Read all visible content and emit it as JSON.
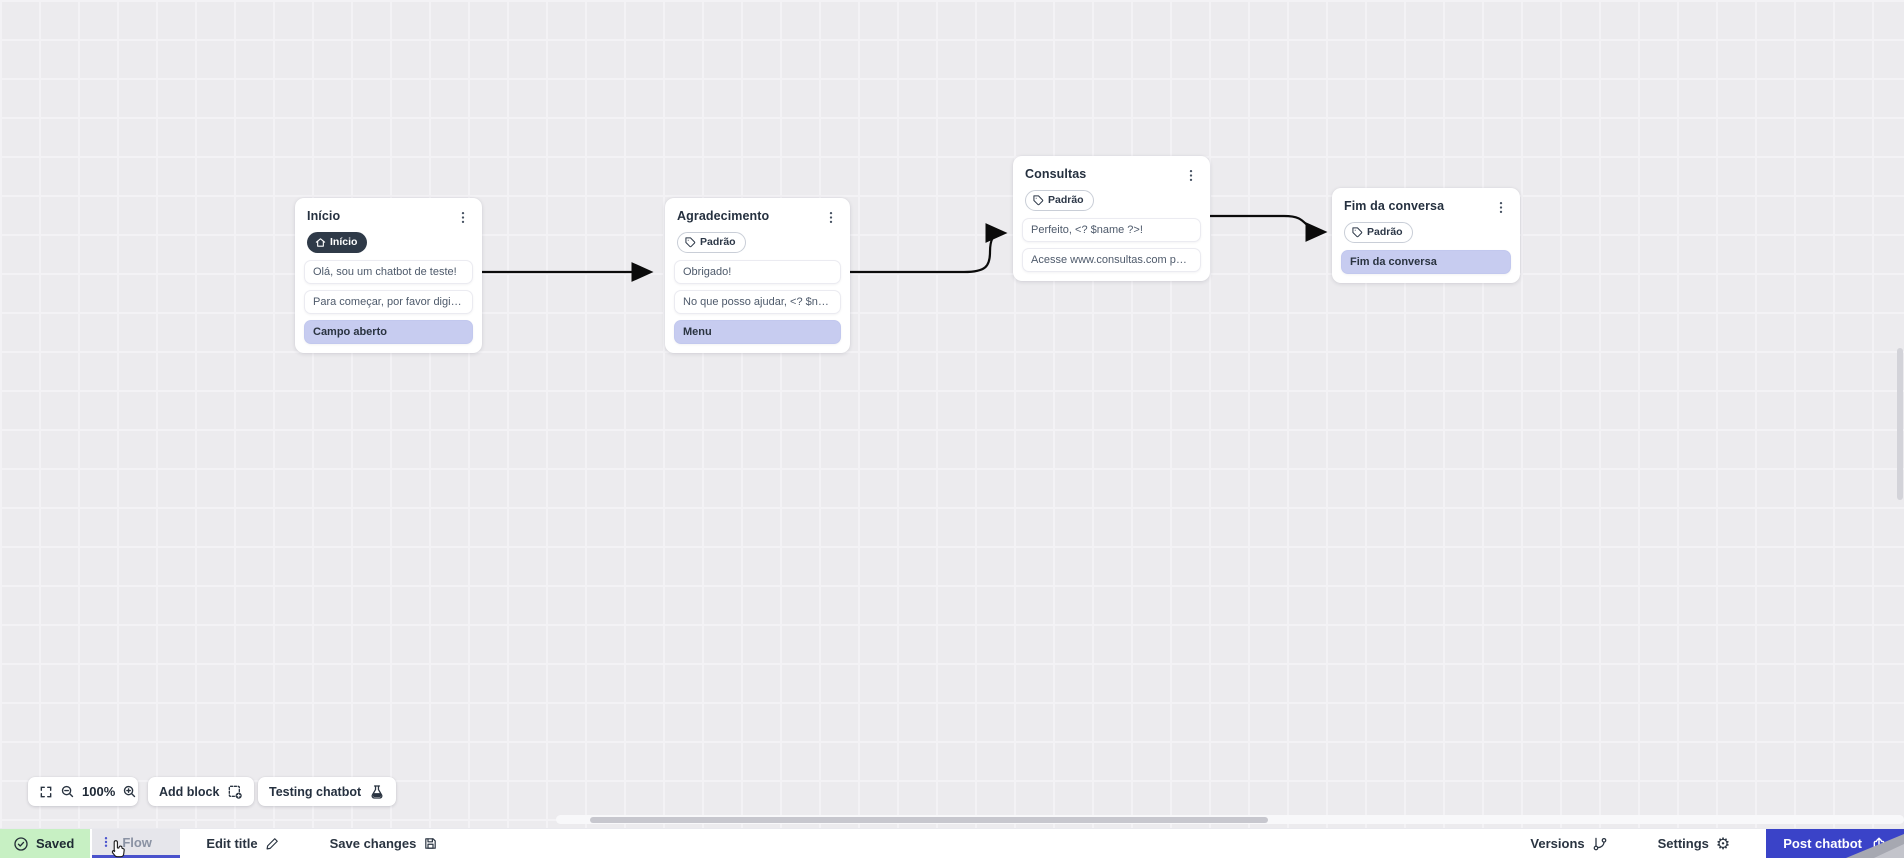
{
  "colors": {
    "accent": "#3A43C8",
    "saved_bg": "#C7F0C3",
    "highlight_row": "#C7CCF0",
    "badge_dark": "#2F3A48",
    "canvas_bg": "#ECEBEE",
    "wire": "#0B0B0B"
  },
  "icons": {
    "fullscreen-icon": "corner-brackets",
    "zoom-out-icon": "magnifier-minus",
    "zoom-in-icon": "magnifier-plus",
    "add-block-icon": "dashed-square-plus",
    "testing-chatbot-icon": "flask",
    "saved-icon": "check-circle",
    "flow-menu-icon": "kebab-dots",
    "block-menu-icon": "kebab-dots",
    "edit-title-icon": "pencil",
    "save-changes-icon": "floppy-disk",
    "versions-icon": "git-branch",
    "settings-icon": "gear",
    "post-chatbot-icon": "upload-tray",
    "inicio-badge-icon": "home",
    "padrao-badge-icon": "tag",
    "cursor": "hand-pointer"
  },
  "canvas": {
    "blocks": [
      {
        "title": "Início",
        "badge": "Início",
        "rows": [
          "Olá, sou um chatbot de teste!",
          "Para começar, por favor digite o ...",
          "Campo aberto"
        ]
      },
      {
        "title": "Agradecimento",
        "badge": "Padrão",
        "rows": [
          "Obrigado!",
          "No que posso ajudar, <? $name ...",
          "Menu"
        ]
      },
      {
        "title": "Consultas",
        "badge": "Padrão",
        "rows": [
          "Perfeito, <? $name ?>!",
          "Acesse www.consultas.com par..."
        ]
      },
      {
        "title": "Fim da conversa",
        "badge": "Padrão",
        "rows": [
          "Fim da conversa"
        ]
      }
    ],
    "toolbar": {
      "zoom_level": "100%",
      "add_block": "Add block",
      "testing_chatbot": "Testing chatbot"
    }
  },
  "bottombar": {
    "saved": "Saved",
    "flow_tab": "Flow",
    "edit_title": "Edit title",
    "save_changes": "Save changes",
    "versions": "Versions",
    "settings": "Settings",
    "post_chatbot": "Post chatbot"
  }
}
